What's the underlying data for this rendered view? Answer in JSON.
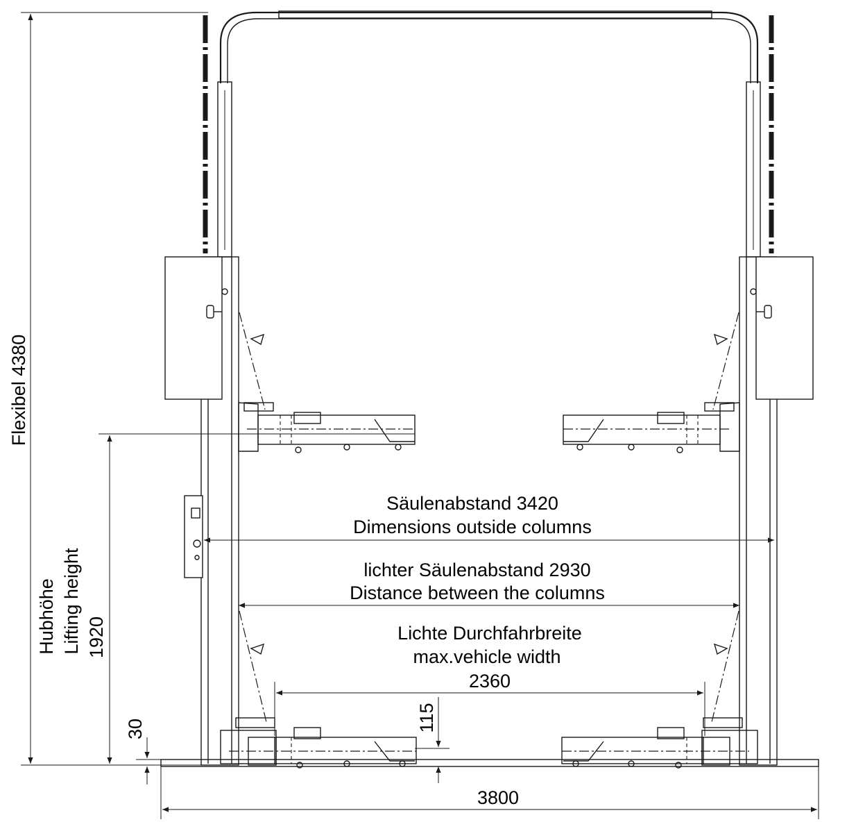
{
  "dimensions": {
    "total_height": "Flexibel 4380",
    "lifting_height": {
      "line1": "Hubhöhe",
      "line2": "Lifting height",
      "value": "1920"
    },
    "arm_offset": "30",
    "pad_height": "115",
    "column_outside": {
      "line1": "Säulenabstand 3420",
      "line2": "Dimensions outside columns"
    },
    "column_between": {
      "line1": "lichter Säulenabstand 2930",
      "line2": "Distance between the columns"
    },
    "vehicle_width": {
      "line1": "Lichte Durchfahrbreite",
      "line2": "max.vehicle width",
      "value": "2360"
    },
    "base_width": "3800"
  }
}
